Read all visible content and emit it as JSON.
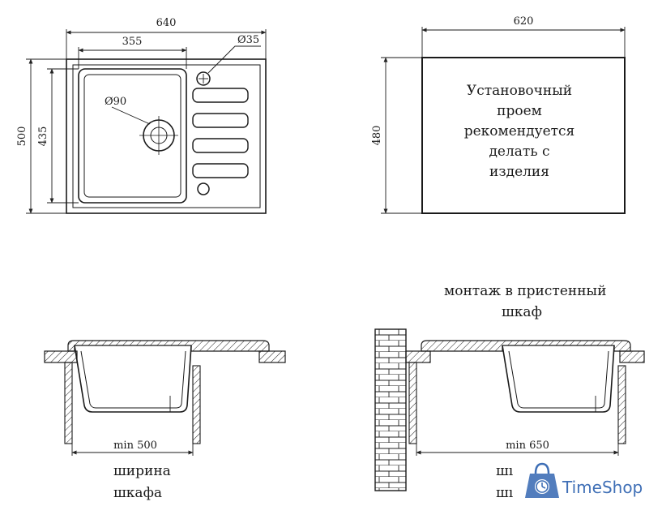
{
  "top_left_view": {
    "overall_width": "640",
    "bowl_width": "355",
    "hole_diameter": "Ø35",
    "drain_diameter": "Ø90",
    "overall_height": "500",
    "bowl_height": "435"
  },
  "top_right_view": {
    "cutout_width": "620",
    "cutout_height": "480",
    "cutout_note_lines": [
      "Установочный",
      "проем",
      "рекомендуется",
      "делать с",
      "изделия"
    ]
  },
  "bottom_left_view": {
    "cabinet_dimension": "min 500",
    "caption_lines": [
      "ширина",
      "шкафа"
    ]
  },
  "bottom_right_view": {
    "heading_lines": [
      "монтаж в пристенный",
      "шкаф"
    ],
    "cabinet_dimension": "min 650",
    "caption_lines_partial": [
      "шı",
      "шı"
    ]
  },
  "watermark": {
    "brand_name": "TimeShop",
    "icon": "clock-bag-icon",
    "color": "#3f6fb6"
  }
}
